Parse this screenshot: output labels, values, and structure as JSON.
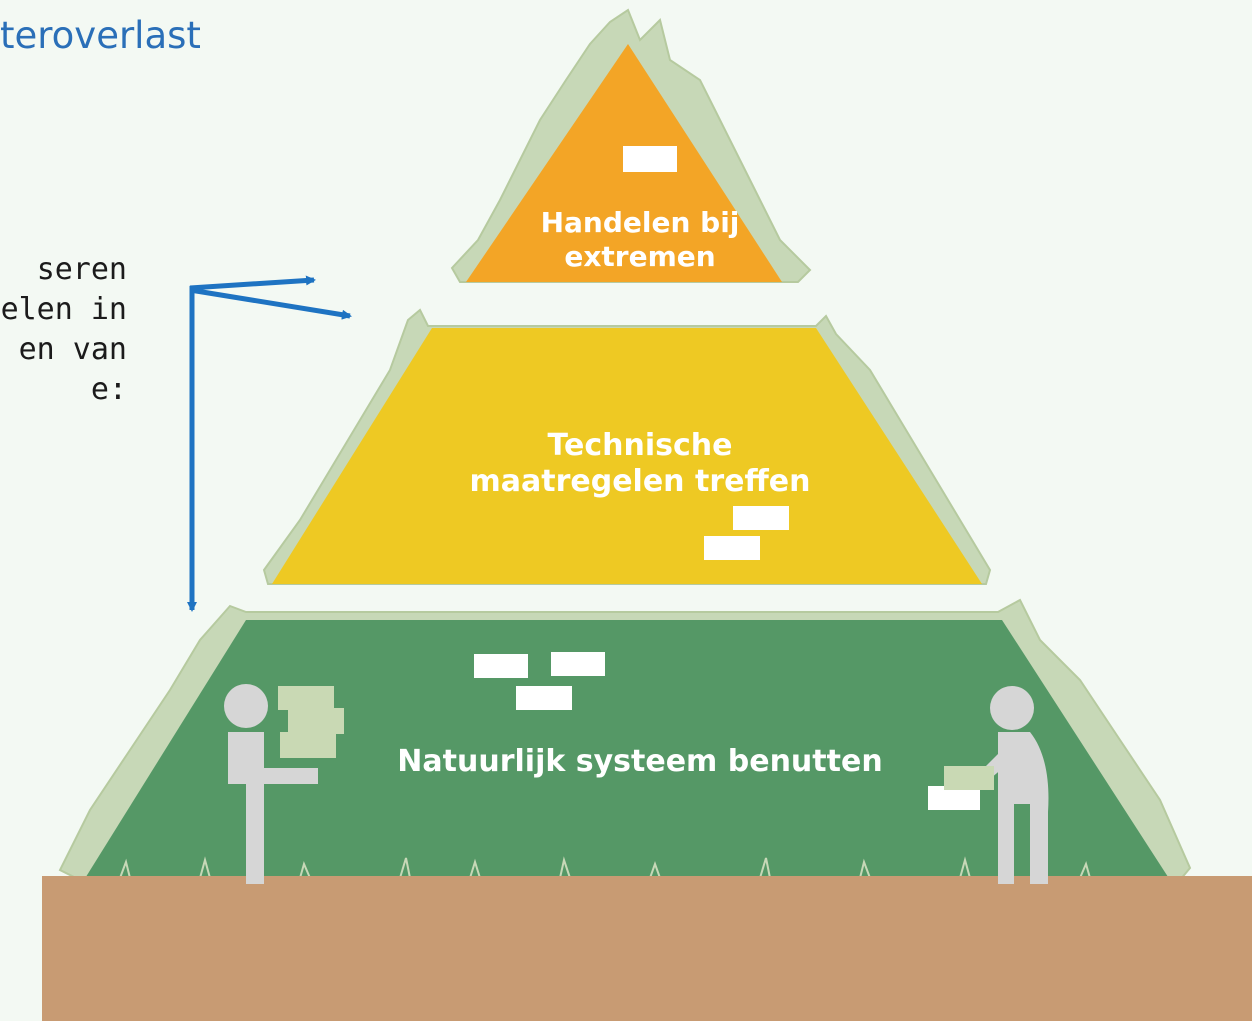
{
  "page": {
    "title": "teroverlast",
    "intro_lines": [
      "seren",
      "elen in",
      "en van",
      "e:"
    ]
  },
  "pyramid": {
    "layers": [
      {
        "id": "top",
        "label_line1": "Handelen bij",
        "label_line2": "extremen",
        "color": "#f3a526"
      },
      {
        "id": "middle",
        "label_line1": "Technische",
        "label_line2": "maatregelen treffen",
        "color": "#eec923"
      },
      {
        "id": "bottom",
        "label_line1": "Natuurlijk systeem benutten",
        "color": "#559866"
      }
    ],
    "grass_color": "#c7d8b7",
    "ground_color": "#c89b73",
    "arrow_color": "#1e73c2",
    "figure_color": "#d6d6d6",
    "block_color": "#c9d9b4"
  }
}
